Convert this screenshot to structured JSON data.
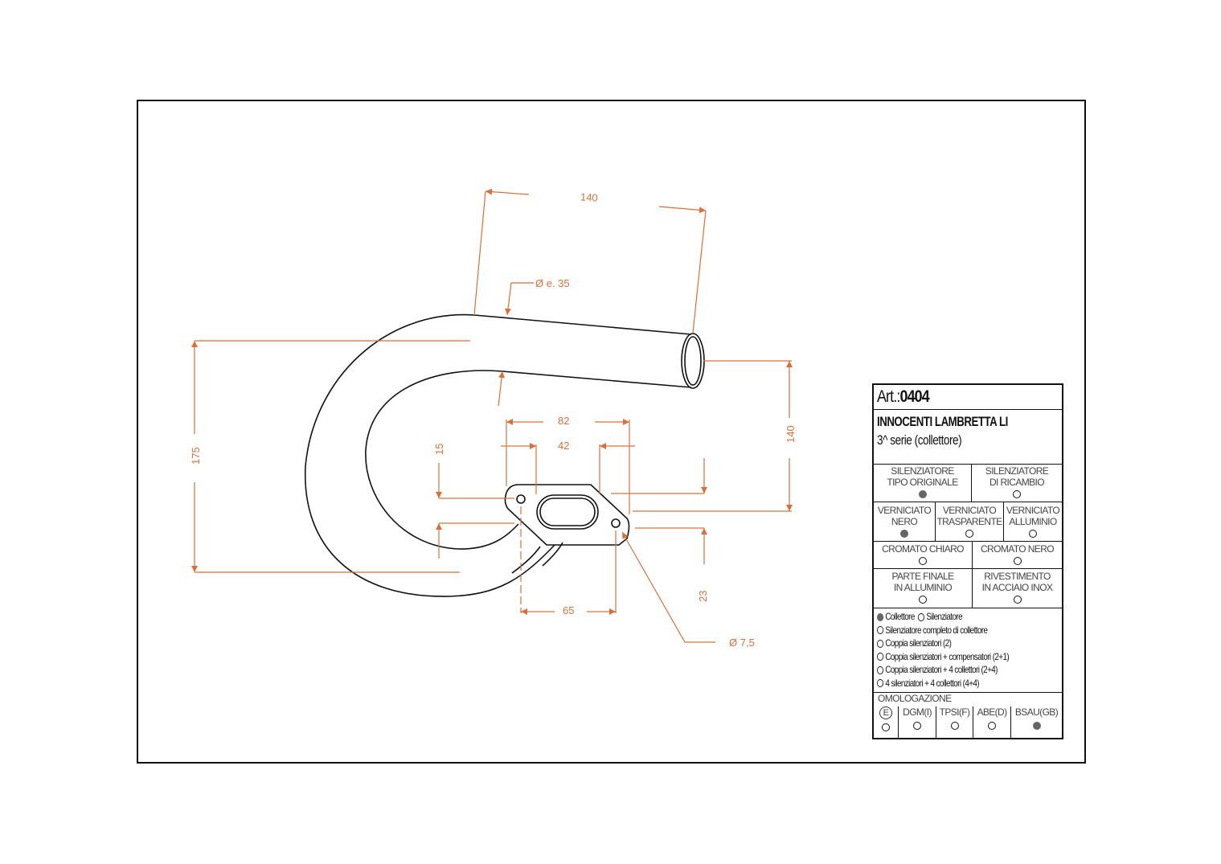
{
  "drawing": {
    "dimensions": {
      "top_length": "140",
      "pipe_diameter": "Ø e. 35",
      "total_height": "175",
      "right_height": "140",
      "flange_width": "82",
      "port_width": "42",
      "offset_left": "15",
      "hole_spacing": "65",
      "offset_right": "23",
      "hole_diameter": "Ø 7,5"
    },
    "colors": {
      "dimension": "#d9703c",
      "line": "#111111",
      "filled": "#666666"
    }
  },
  "table": {
    "art_label": "Art.:",
    "art_number": "0404",
    "model": "INNOCENTI LAMBRETTA LI",
    "series": "3^ serie (collettore)",
    "options": [
      {
        "label1": "SILENZIATORE",
        "label2": "TIPO ORIGINALE",
        "selected": true
      },
      {
        "label1": "SILENZIATORE",
        "label2": "DI RICAMBIO",
        "selected": false
      },
      {
        "label1": "VERNICIATO",
        "label2": "NERO",
        "selected": true
      },
      {
        "label1": "VERNICIATO",
        "label2": "TRASPARENTE",
        "selected": false
      },
      {
        "label1": "VERNICIATO",
        "label2": "ALLUMINIO",
        "selected": false
      },
      {
        "label1": "CROMATO CHIARO",
        "selected": false
      },
      {
        "label1": "CROMATO NERO",
        "selected": false
      },
      {
        "label1": "PARTE FINALE",
        "label2": "IN ALLUMINIO",
        "selected": false
      },
      {
        "label1": "RIVESTIMENTO",
        "label2": "IN ACCIAIO INOX",
        "selected": false
      }
    ],
    "types": [
      {
        "label": "Collettore",
        "selected": true
      },
      {
        "label": "Silenziatore",
        "selected": false
      },
      {
        "label": "Silenziatore completo di collettore",
        "selected": false
      },
      {
        "label": "Coppia silenziatori (2)",
        "selected": false
      },
      {
        "label": "Coppia silenziatori + compensatori (2+1)",
        "selected": false
      },
      {
        "label": "Coppia silenziatori + 4 collettori (2+4)",
        "selected": false
      },
      {
        "label": "4 silenziatori + 4 collettori (4+4)",
        "selected": false
      }
    ],
    "homologation_title": "OMOLOGAZIONE",
    "homologations": [
      {
        "label": "E",
        "selected": false
      },
      {
        "label": "DGM(I)",
        "selected": false
      },
      {
        "label": "TPSI(F)",
        "selected": false
      },
      {
        "label": "ABE(D)",
        "selected": false
      },
      {
        "label": "BSAU(GB)",
        "selected": true
      }
    ]
  }
}
